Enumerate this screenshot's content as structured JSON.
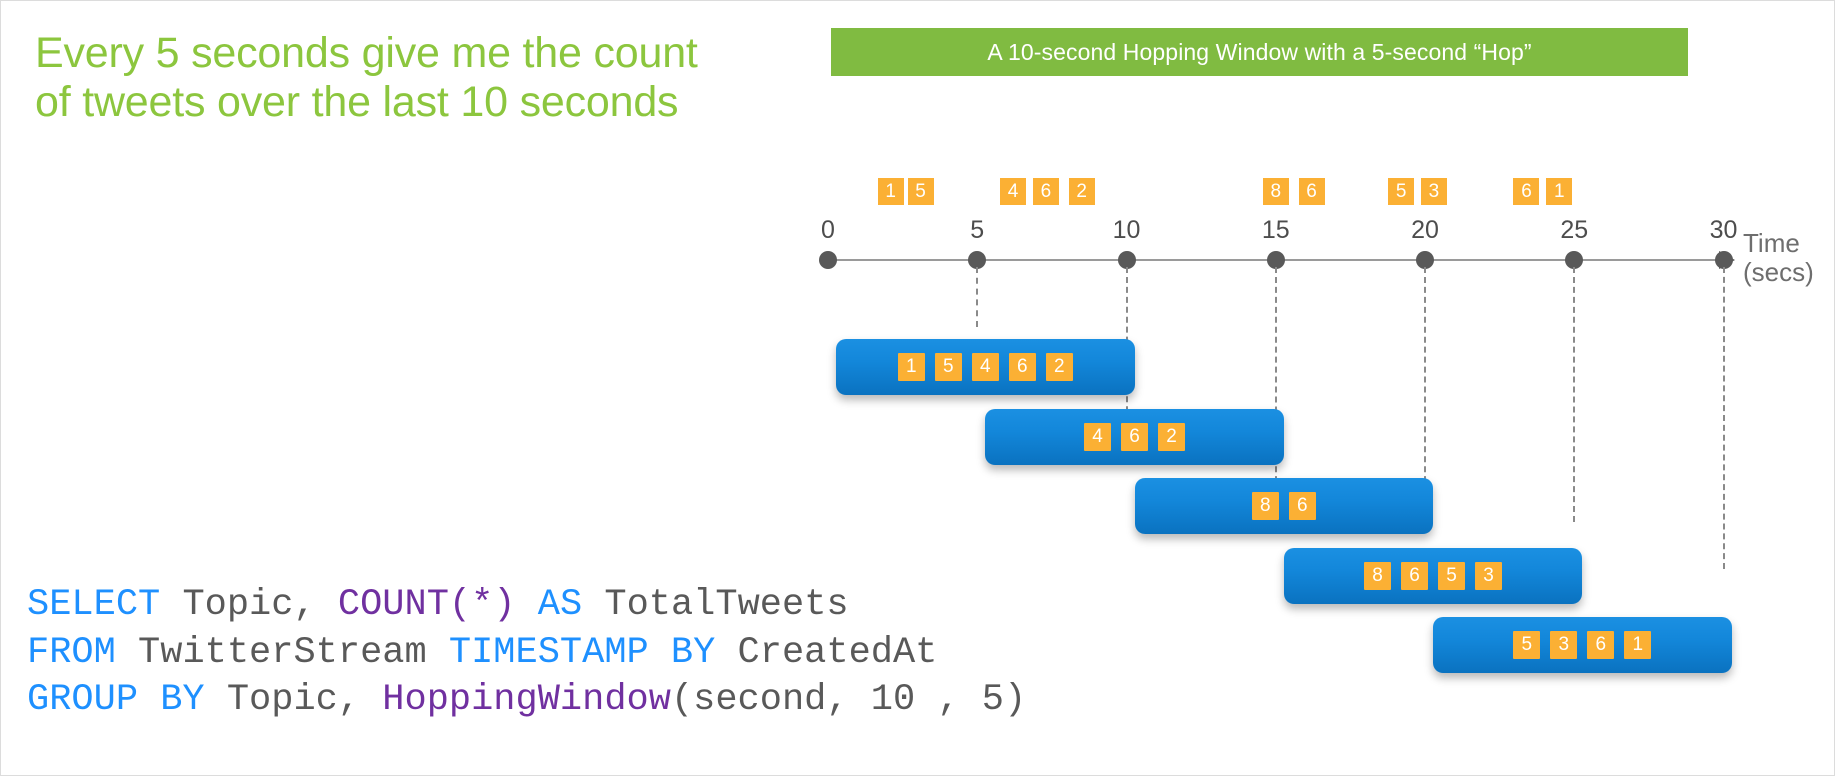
{
  "headline": "Every 5 seconds give me the count of tweets over the last 10 seconds",
  "banner": {
    "text": "A 10-second Hopping Window with a 5-second “Hop”",
    "bg_color": "#80BB41",
    "text_color": "#ffffff"
  },
  "colors": {
    "accent_green": "#8CC63E",
    "banner_green": "#80BB41",
    "chip_amber": "#FBB034",
    "window_blue_top": "#1B90E2",
    "window_blue_bottom": "#0A72C0",
    "axis_gray": "#9a9a9a",
    "sql_keyword_blue": "#1E90FF",
    "sql_function_purple": "#7030A0",
    "sql_identifier_gray": "#595959"
  },
  "axis": {
    "label_line1": "Time",
    "label_line2": "(secs)",
    "ticks": [
      {
        "label": "0",
        "value": 0
      },
      {
        "label": "5",
        "value": 5
      },
      {
        "label": "10",
        "value": 10
      },
      {
        "label": "15",
        "value": 15
      },
      {
        "label": "20",
        "value": 20
      },
      {
        "label": "25",
        "value": 25
      },
      {
        "label": "30",
        "value": 30
      }
    ]
  },
  "chart_data": {
    "type": "timeline",
    "title": "A 10-second Hopping Window with a 5-second “Hop”",
    "xlabel": "Time (secs)",
    "xlim": [
      0,
      30
    ],
    "xticks": [
      0,
      5,
      10,
      15,
      20,
      25,
      30
    ],
    "grid": false,
    "legend": "none",
    "events": [
      {
        "value": "1",
        "time": 2.1
      },
      {
        "value": "5",
        "time": 3.1
      },
      {
        "value": "4",
        "time": 6.2
      },
      {
        "value": "6",
        "time": 7.3
      },
      {
        "value": "2",
        "time": 8.5
      },
      {
        "value": "8",
        "time": 15.0
      },
      {
        "value": "6",
        "time": 16.2
      },
      {
        "value": "5",
        "time": 19.2
      },
      {
        "value": "3",
        "time": 20.3
      },
      {
        "value": "6",
        "time": 23.4
      },
      {
        "value": "1",
        "time": 24.5
      }
    ],
    "windows": [
      {
        "index": 1,
        "start": 0,
        "end": 10,
        "values": [
          "1",
          "5",
          "4",
          "6",
          "2"
        ],
        "count": 5
      },
      {
        "index": 2,
        "start": 5,
        "end": 15,
        "values": [
          "4",
          "6",
          "2"
        ],
        "count": 3
      },
      {
        "index": 3,
        "start": 10,
        "end": 20,
        "values": [
          "8",
          "6"
        ],
        "count": 2
      },
      {
        "index": 4,
        "start": 15,
        "end": 25,
        "values": [
          "8",
          "6",
          "5",
          "3"
        ],
        "count": 4
      },
      {
        "index": 5,
        "start": 20,
        "end": 30,
        "values": [
          "5",
          "3",
          "6",
          "1"
        ],
        "count": 4
      }
    ]
  },
  "sql": {
    "lines": [
      [
        {
          "text": "SELECT",
          "type": "kw"
        },
        {
          "text": " Topic, ",
          "type": "id"
        },
        {
          "text": "COUNT(*)",
          "type": "fn"
        },
        {
          "text": " ",
          "type": "id"
        },
        {
          "text": "AS",
          "type": "kw"
        },
        {
          "text": " TotalTweets",
          "type": "id"
        }
      ],
      [
        {
          "text": "FROM",
          "type": "kw"
        },
        {
          "text": " TwitterStream ",
          "type": "id"
        },
        {
          "text": "TIMESTAMP BY",
          "type": "kw"
        },
        {
          "text": " CreatedAt",
          "type": "id"
        }
      ],
      [
        {
          "text": "GROUP BY",
          "type": "kw"
        },
        {
          "text": " Topic, ",
          "type": "id"
        },
        {
          "text": "HoppingWindow",
          "type": "fn"
        },
        {
          "text": "(second, 10 , 5)",
          "type": "id"
        }
      ]
    ]
  }
}
